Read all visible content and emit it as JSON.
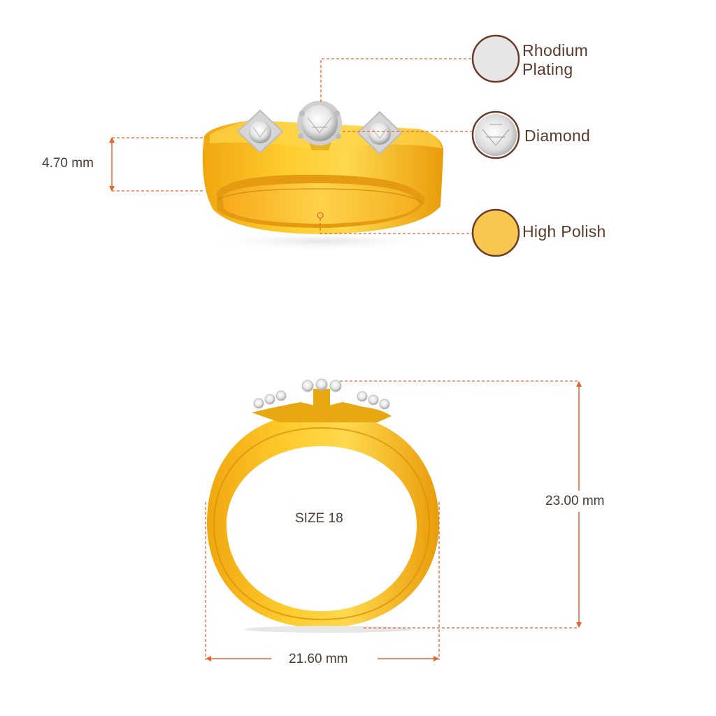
{
  "materials": [
    {
      "name": "Rhodium Plating",
      "line1": "Rhodium",
      "line2": "Plating",
      "swatch_color": "#e6e6e6"
    },
    {
      "name": "Diamond",
      "line1": "Diamond",
      "swatch_color": "#d8d8d8"
    },
    {
      "name": "High Polish",
      "line1": "High Polish",
      "swatch_color": "#f7c74f"
    }
  ],
  "dimensions": {
    "band_width": "4.70 mm",
    "ring_height": "23.00 mm",
    "ring_width": "21.60 mm",
    "ring_size": "SIZE 18"
  },
  "colors": {
    "leader_line": "#e8642c",
    "swatch_border": "#6b3a2a",
    "gold_light": "#ffd54a",
    "gold_mid": "#f3b81f",
    "gold_dark": "#d9920a"
  }
}
